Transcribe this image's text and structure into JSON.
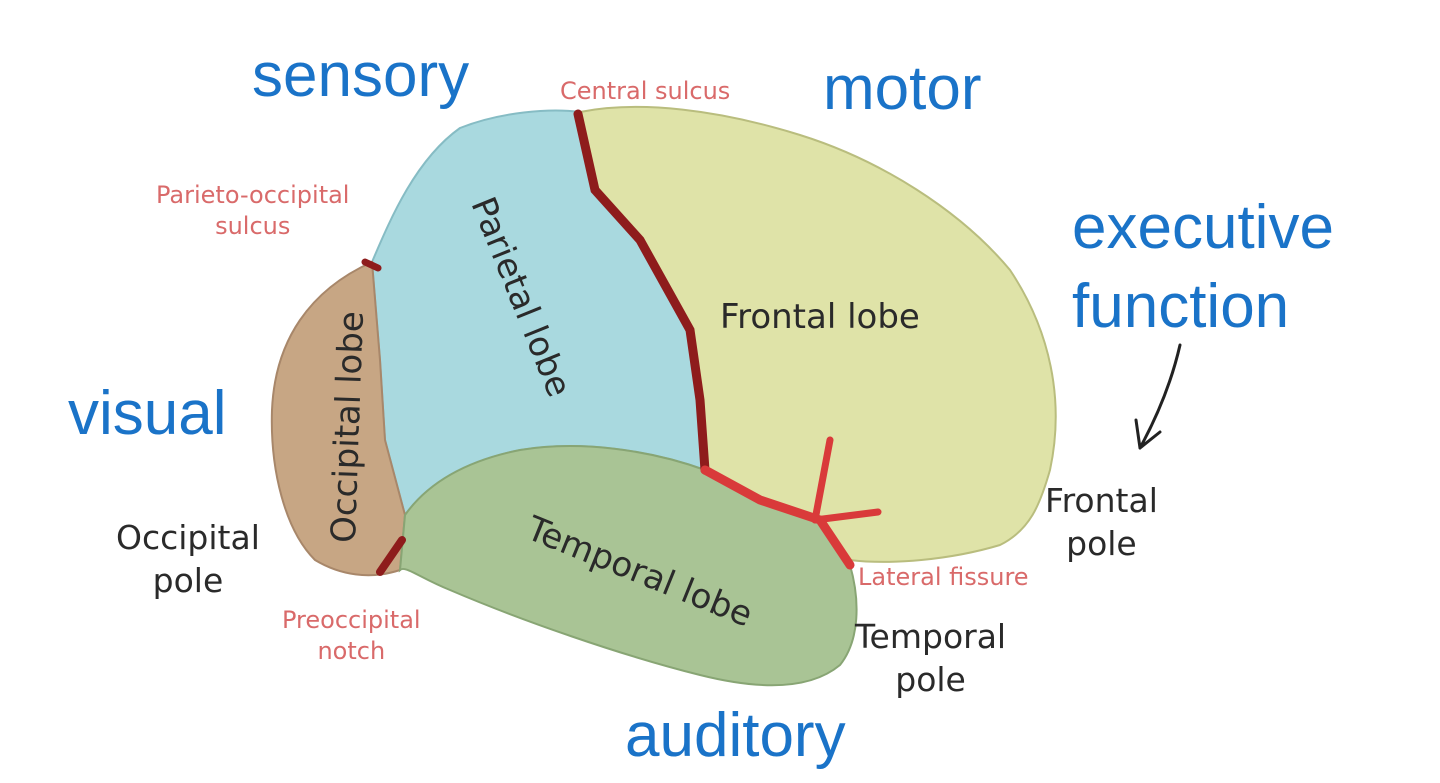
{
  "functions": {
    "sensory": "sensory",
    "motor": "motor",
    "executive": "executive\nfunction",
    "visual": "visual",
    "auditory": "auditory"
  },
  "landmarks": {
    "central_sulcus": "Central sulcus",
    "parieto_occipital": "Parieto-occipital\nsulcus",
    "preoccipital_notch": "Preoccipital\nnotch",
    "lateral_fissure": "Lateral fissure"
  },
  "poles": {
    "occipital": "Occipital\npole",
    "frontal": "Frontal\npole",
    "temporal": "Temporal\npole"
  },
  "lobes": {
    "frontal": "Frontal lobe",
    "parietal": "Parietal lobe",
    "occipital": "Occipital lobe",
    "temporal": "Temporal lobe"
  },
  "colors": {
    "frontal": "#dfe3a8",
    "parietal": "#a9d9df",
    "occipital": "#c7a684",
    "temporal": "#a9c495",
    "sulcus": "#8e1c1c",
    "fissure": "#d93a3a",
    "function_text": "#1a73c8",
    "landmark_text": "#d96a6a"
  }
}
